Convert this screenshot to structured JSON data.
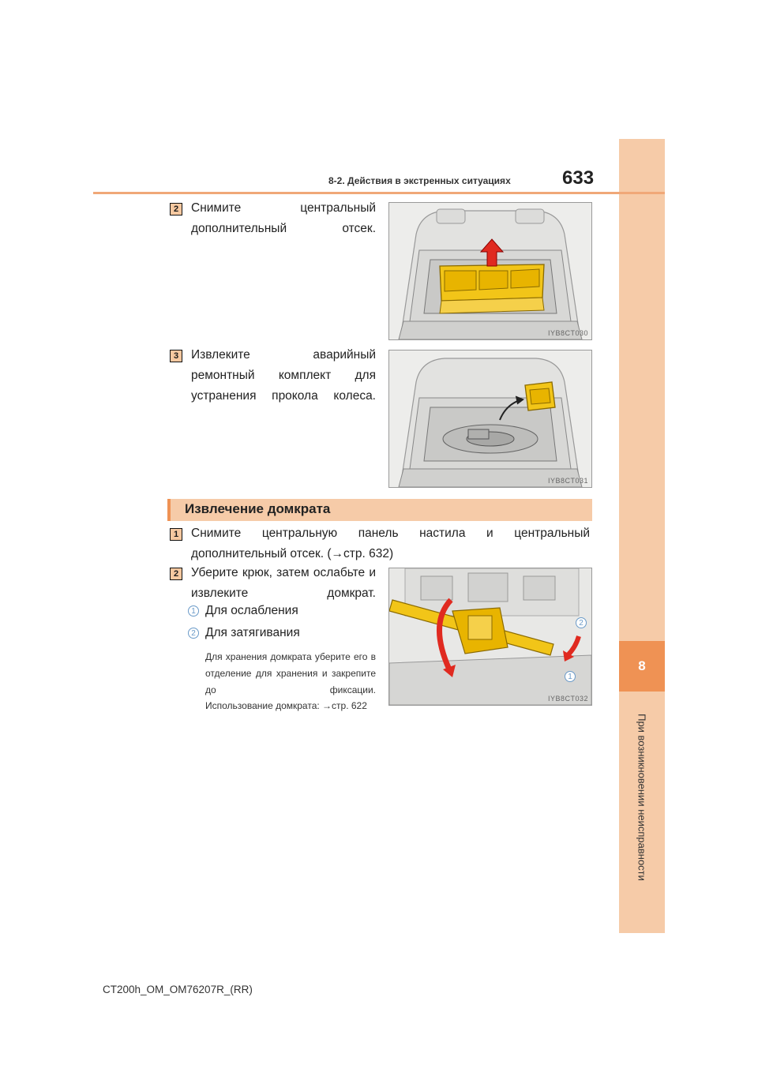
{
  "header": {
    "section": "8-2. Действия в экстренных ситуациях",
    "page_number": "633"
  },
  "sidebar": {
    "chapter_number": "8",
    "chapter_title": "При возникновении неисправности"
  },
  "steps_top": [
    {
      "badge": "2",
      "text": "Снимите центральный дополнительный отсек.",
      "figure_code": "IYB8CT030"
    },
    {
      "badge": "3",
      "text": "Извлеките аварийный ремонтный комплект для устранения прокола колеса.",
      "figure_code": "IYB8CT031"
    }
  ],
  "section": {
    "title": "Извлечение домкрата",
    "steps": [
      {
        "badge": "1",
        "text": "Снимите центральную панель настила и центральный дополнительный отсек. (→стр. 632)"
      },
      {
        "badge": "2",
        "text": "Уберите крюк, затем ослабьте и извлеките домкрат.",
        "figure_code": "IYB8CT032"
      }
    ],
    "list": [
      {
        "num": "1",
        "label": "Для ослабления"
      },
      {
        "num": "2",
        "label": "Для затягивания"
      }
    ],
    "note": "Для хранения домкрата уберите его в отделение для хранения и закрепите до фиксации.",
    "ref": "Использование домкрата: →стр. 622",
    "callouts": [
      "2",
      "1"
    ]
  },
  "footer": {
    "code": "CT200h_OM_OM76207R_(RR)"
  },
  "colors": {
    "tab": "#f6cba8",
    "accent": "#ef9254",
    "badge": "#f6c8a0",
    "callout": "#6a9ac8",
    "yellow": "#f2c518"
  }
}
